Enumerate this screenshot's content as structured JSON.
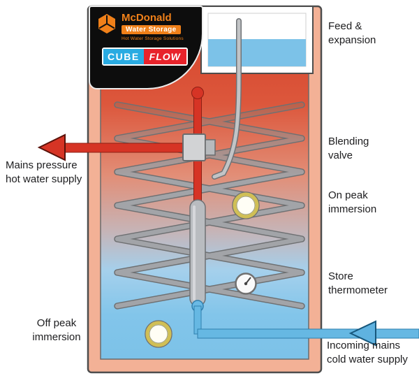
{
  "logo": {
    "brand_line1": "McDonald",
    "brand_line2": "Water Storage",
    "tagline": "Hot Water Storage Solutions",
    "product_left": "CUBE",
    "product_right": "FLOW"
  },
  "labels": {
    "feed_expansion": "Feed &\nexpansion",
    "blending_valve": "Blending\nvalve",
    "on_peak_immersion": "On peak\nimmersion",
    "store_thermometer": "Store\nthermometer",
    "incoming_mains": "Incoming mains\ncold water supply",
    "mains_hot": "Mains pressure\nhot water supply",
    "off_peak_immersion": "Off peak\nimmersion"
  },
  "colors": {
    "tank_wall": "#f3b196",
    "hot_water": "#d6452c",
    "cold_water": "#7cc2e8",
    "hot_pipe": "#d63425",
    "cold_pipe": "#66b8e3",
    "coil_gray": "#a2a4a8",
    "brand_orange": "#f08019",
    "cube_blue": "#29abe2",
    "flow_red": "#e8232b",
    "immersion_ring": "#d0bf55"
  }
}
